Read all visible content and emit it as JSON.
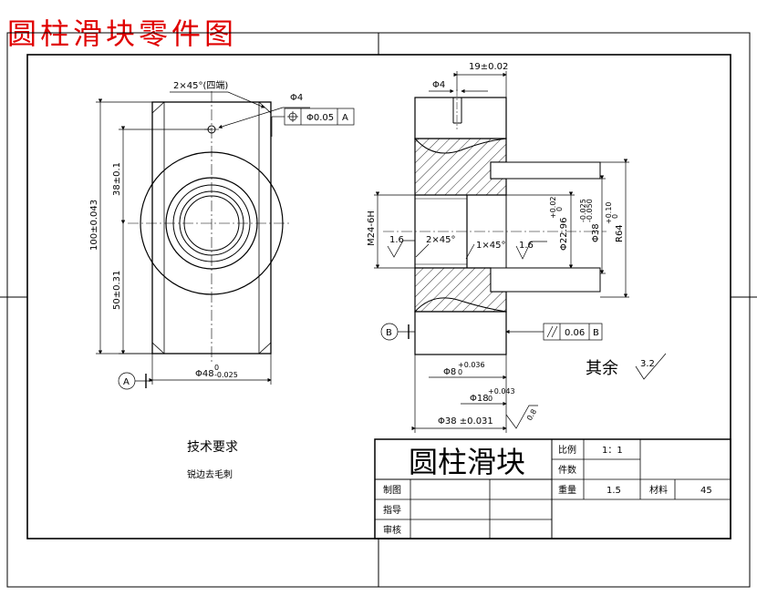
{
  "page_title": "圆柱滑块零件图",
  "title_block": {
    "part_name": "圆柱滑块",
    "scale_label": "比例",
    "scale_value": "1：1",
    "quantity_label": "件数",
    "weight_label": "重量",
    "weight_value": "1.5",
    "material_label": "材料",
    "material_value": "45",
    "drawn_label": "制图",
    "guide_label": "指导",
    "review_label": "审核"
  },
  "tech_requirements": {
    "heading": "技术要求",
    "item": "锐边去毛刺"
  },
  "roughness_note": {
    "label": "其余",
    "value": "3.2"
  },
  "front_view": {
    "chamfer": "2×45°(四端)",
    "hole_dia": "Φ4",
    "position_tol_value": "Φ0.05",
    "position_tol_datum": "A",
    "dim_overall": "100±0.043",
    "dim_upper": "38±0.1",
    "dim_lower": "50±0.31",
    "dim_width": "Φ48",
    "dim_width_tol": "-0.025",
    "dim_width_tol_upper": "0",
    "datum": "A"
  },
  "section_view": {
    "dim_top": "19±0.02",
    "hole_dia": "Φ4",
    "thread": "M24-6H",
    "roughness_left": "1.6",
    "chamfer_left": "2×45°",
    "chamfer_right": "1×45°",
    "roughness_right": "1.6",
    "dim_bore": "Φ22.96",
    "dim_bore_tol_upper": "+0.02",
    "dim_bore_tol_lower": "0",
    "dim_38": "Φ38",
    "dim_38_tol_upper": "-0.025",
    "dim_38_tol_lower": "-0.050",
    "dim_64": "R64",
    "dim_64_tol_upper": "+0.10",
    "dim_64_tol_lower": "0",
    "datum": "B",
    "parallel_value": "0.06",
    "parallel_datum": "B",
    "dim_8": "Φ8",
    "dim_8_tol_upper": "+0.036",
    "dim_8_tol_lower": "0",
    "dim_18": "Φ18",
    "dim_18_tol_upper": "+0.043",
    "dim_18_tol_lower": "0",
    "dim_38_bottom": "Φ38 ±0.031",
    "roughness_bottom": "0.8"
  }
}
